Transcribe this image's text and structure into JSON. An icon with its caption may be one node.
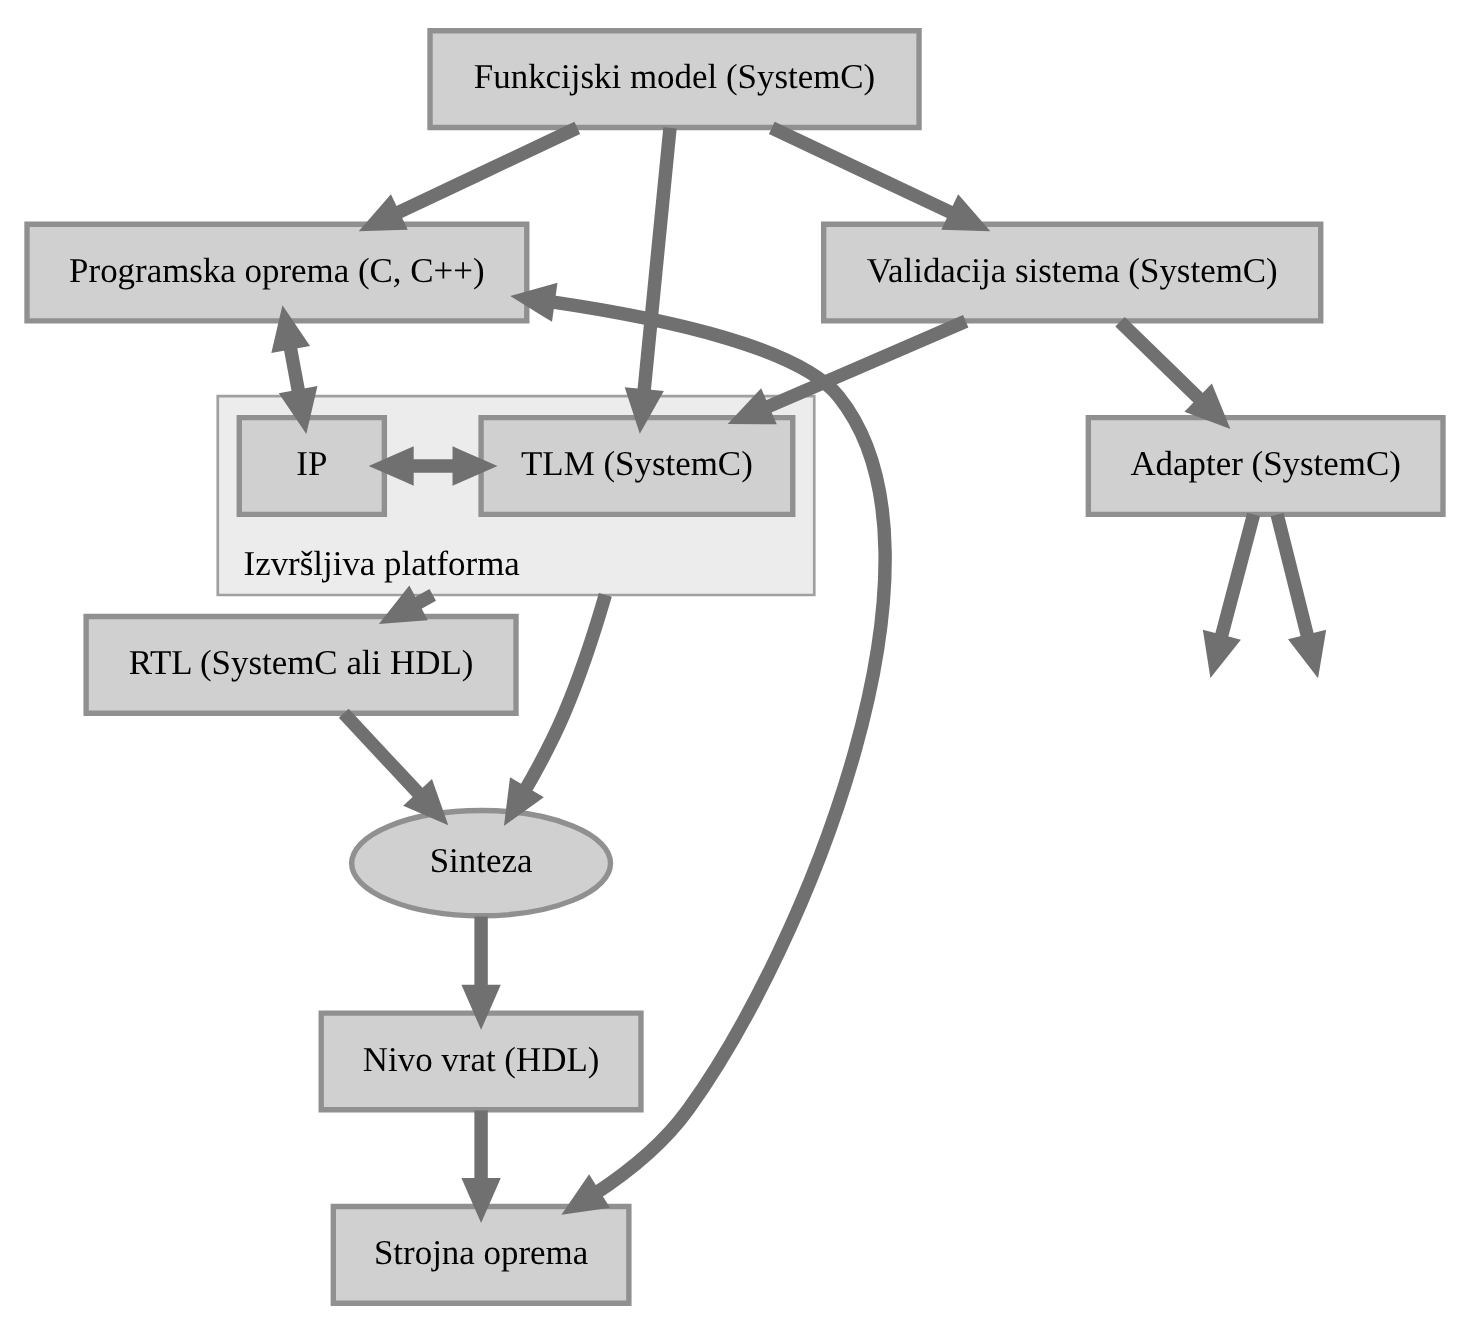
{
  "diagram": {
    "nodes": [
      {
        "text": [
          "Funkcijski model (SystemC)"
        ]
      },
      {
        "text": [
          "Programska oprema (C, C++)"
        ]
      },
      {
        "text": [
          "Izvršljiva platforma"
        ]
      },
      {
        "text": [
          "IP"
        ],
        "in": 2
      },
      {
        "text": [
          "TLM (SystemC)"
        ],
        "in": 2
      },
      {
        "text": [
          "Validacija sistema (SystemC)"
        ]
      },
      {
        "text": [
          "RTL (SystemC ali HDL)"
        ]
      },
      {
        "text": [
          "Adapter (SystemC)"
        ]
      },
      {
        "text": [
          "Sinteza"
        ]
      },
      {
        "text": [
          "Nivo vrat (HDL)"
        ]
      },
      {
        "text": [
          "Strojna oprema"
        ]
      }
    ],
    "edges": [
      {
        "from": 0,
        "to": 1,
        "arrow": "to"
      },
      {
        "from": 0,
        "to": 4,
        "arrow": "to"
      },
      {
        "from": 0,
        "to": 5,
        "arrow": "to"
      },
      {
        "from": 1,
        "to": 3,
        "arrow": "both"
      },
      {
        "from": 3,
        "to": 4,
        "arrow": "both"
      },
      {
        "from": 5,
        "to": 4,
        "arrow": "to"
      },
      {
        "from": 4,
        "to": 6,
        "arrow": "to"
      },
      {
        "from": 4,
        "to": 8,
        "arrow": "to"
      },
      {
        "from": 5,
        "to": 7,
        "arrow": "to"
      },
      {
        "from": 7,
        "to": null,
        "arrow": "to"
      },
      {
        "from": 7,
        "to": null,
        "arrow": "to"
      },
      {
        "from": 6,
        "to": 8,
        "arrow": "to"
      },
      {
        "from": 8,
        "to": 9,
        "arrow": "to"
      },
      {
        "from": 9,
        "to": 10,
        "arrow": "to"
      },
      {
        "from": 1,
        "to": 10,
        "arrow": "both"
      }
    ]
  }
}
